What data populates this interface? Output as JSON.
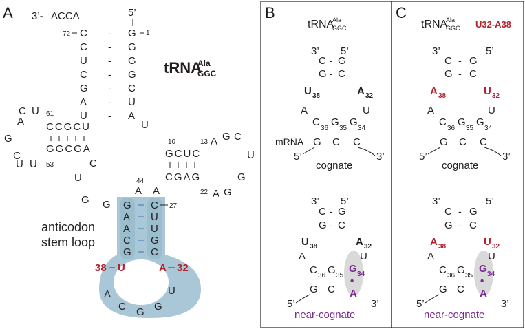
{
  "panels": {
    "a": {
      "label": "A",
      "title": "tRNA",
      "title_sup": "Ala",
      "title_sub": "GGC",
      "end3": "3’-",
      "tail": "ACCA",
      "end5": "5’",
      "num72": "72",
      "num1": "1",
      "num61": "61",
      "num53": "53",
      "num10": "10",
      "num13": "13",
      "num22": "22",
      "num44": "44",
      "num27": "27",
      "num38": "38",
      "num32": "32",
      "stem_label_1": "anticodon",
      "stem_label_2": "stem loop",
      "acceptor_left": [
        "C",
        "C",
        "U",
        "C",
        "G",
        "A",
        "U"
      ],
      "acceptor_right": [
        "G",
        "G",
        "G",
        "G",
        "C",
        "U",
        "A"
      ],
      "pair_dash": "-",
      "t_top": "CCGCU",
      "t_bottom": "GGCGA",
      "t_loop": [
        "U",
        "C",
        "A",
        "G",
        "C",
        "U",
        "U"
      ],
      "d_top": "GCUC",
      "d_bottom": "CGAG",
      "d_loop": [
        "A",
        "G",
        "C",
        "U",
        "G",
        "G",
        "A"
      ],
      "connector_u1": "U",
      "connector_a": "A",
      "connector_u2": "U",
      "connector_c": "C",
      "var_a": "A",
      "var_g": "G",
      "ac_left": [
        "G",
        "A",
        "A",
        "C",
        "G"
      ],
      "ac_right": [
        "C",
        "U",
        "U",
        "G",
        "C"
      ],
      "u38": "U",
      "a32": "A",
      "loop": [
        "A",
        "C",
        "G",
        "G",
        "U"
      ],
      "junction_g": "G"
    },
    "b": {
      "label": "B",
      "title": "tRNA",
      "title_sup": "Ala",
      "title_sub": "GGC",
      "prime3": "3’",
      "prime5": "5’",
      "C": "C",
      "G": "G",
      "U": "U",
      "A": "A",
      "pair_dash": "-",
      "u38_main": "U",
      "u38_sub": "38",
      "a32_main": "A",
      "a32_sub": "32",
      "n36": "36",
      "n35": "35",
      "n34": "34",
      "mrna": "mRNA",
      "cognate": "cognate",
      "near_cognate": "near-cognate",
      "wobble_dot": "•"
    },
    "c": {
      "label": "C",
      "title": "tRNA",
      "title_sup": "Ala",
      "title_sub": "GGC",
      "mutation": "U32-A38",
      "prime3": "3’",
      "prime5": "5’",
      "C": "C",
      "G": "G",
      "U": "U",
      "A": "A",
      "pair_dash": "-",
      "a38_main": "A",
      "a38_sub": "38",
      "u32_main": "U",
      "u32_sub": "32",
      "n36": "36",
      "n35": "35",
      "n34": "34",
      "cognate": "cognate",
      "near_cognate": "near-cognate",
      "wobble_dot": "•"
    }
  },
  "colors": {
    "text": "#231f20",
    "highlight_red": "#b2232e",
    "highlight_purple": "#7a2b8f",
    "stem_fill": "#a9c7d6",
    "oval_fill": "#d9d9d9",
    "border": "#231f20"
  }
}
